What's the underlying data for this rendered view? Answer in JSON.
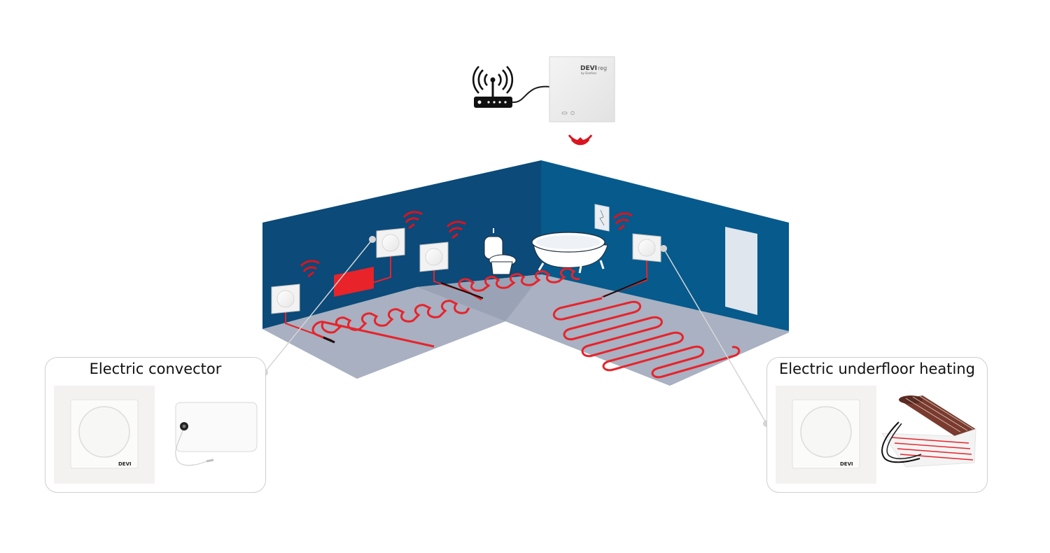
{
  "gateway": {
    "brand": "DEVI",
    "brand_suffix": "reg",
    "sub_label": "by Danfoss"
  },
  "thermostat": {
    "brand": "DEVI"
  },
  "panels": {
    "left": {
      "title": "Electric convector"
    },
    "right": {
      "title": "Electric underfloor heating"
    }
  },
  "colors": {
    "wall_left": "#0b4a79",
    "wall_right": "#065a8c",
    "floor": "#a9b1c2",
    "floor_shadow": "#9aa3b6",
    "heating_cable": "#e8232a",
    "signal": "#d9141e",
    "panel_border": "#cfcfcf"
  },
  "icons": [
    "router-icon",
    "wifi-signal-icon",
    "gateway-device",
    "thermostat-icon",
    "convector-heater-icon",
    "toilet-icon",
    "bathtub-icon",
    "mirror-icon",
    "door-icon",
    "heating-mat-icon"
  ]
}
